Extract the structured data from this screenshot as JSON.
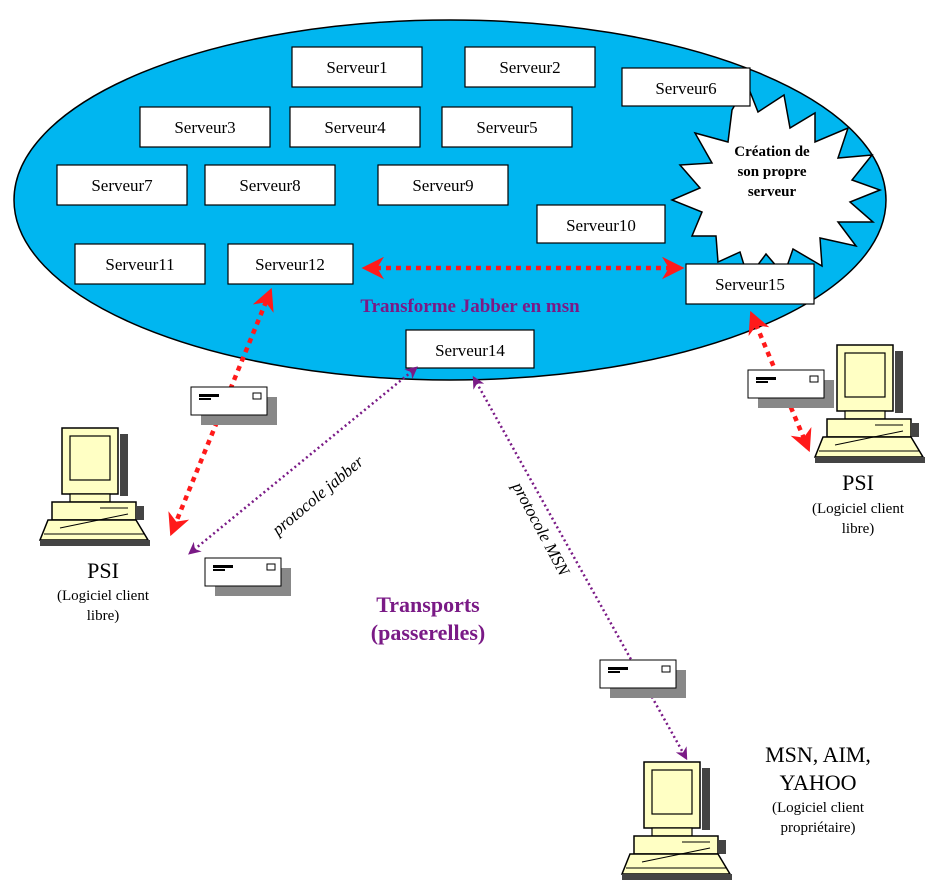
{
  "servers": [
    {
      "id": "s1",
      "label": "Serveur1"
    },
    {
      "id": "s2",
      "label": "Serveur2"
    },
    {
      "id": "s3",
      "label": "Serveur3"
    },
    {
      "id": "s4",
      "label": "Serveur4"
    },
    {
      "id": "s5",
      "label": "Serveur5"
    },
    {
      "id": "s6",
      "label": "Serveur6"
    },
    {
      "id": "s7",
      "label": "Serveur7"
    },
    {
      "id": "s8",
      "label": "Serveur8"
    },
    {
      "id": "s9",
      "label": "Serveur9"
    },
    {
      "id": "s10",
      "label": "Serveur10"
    },
    {
      "id": "s11",
      "label": "Serveur11"
    },
    {
      "id": "s12",
      "label": "Serveur12"
    },
    {
      "id": "s14",
      "label": "Serveur14"
    },
    {
      "id": "s15",
      "label": "Serveur15"
    }
  ],
  "burst": {
    "lines": [
      "Création de",
      "son propre",
      "serveur"
    ]
  },
  "ellipse_label": "Transforme Jabber en msn",
  "transports": {
    "line1": "Transports",
    "line2": "(passerelles)"
  },
  "protocols": {
    "jabber": "protocole jabber",
    "msn": "protocole MSN"
  },
  "clients": {
    "left": {
      "name": "PSI",
      "desc1": "(Logiciel client",
      "desc2": "libre)"
    },
    "right": {
      "name": "PSI",
      "desc1": "(Logiciel client",
      "desc2": "libre)"
    },
    "bottom": {
      "name1": "MSN, AIM,",
      "name2": "YAHOO",
      "desc1": "(Logiciel client",
      "desc2": "propriétaire)"
    }
  },
  "colors": {
    "ellipse": "#00b6f0",
    "red_arrow": "#ff1a1a",
    "purple_arrow": "#7a1a86",
    "monitor": "#ffffc4"
  }
}
